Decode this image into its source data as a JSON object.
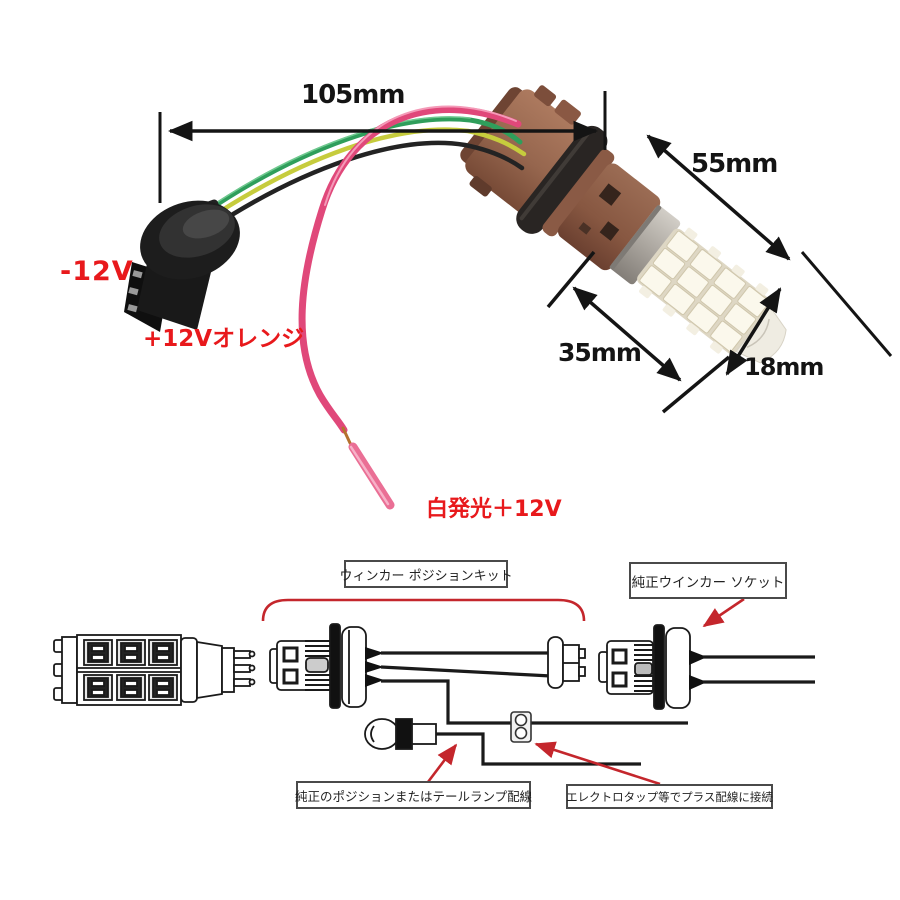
{
  "photo": {
    "dimensions": {
      "harness_length": "105mm",
      "bulb_length": "55mm",
      "led_section_length": "35mm",
      "bulb_diameter": "18mm"
    },
    "wire_labels": {
      "negative": "-12V",
      "positive_orange": "+12Vオレンジ",
      "white_light_positive": "白発光＋12V"
    },
    "colors": {
      "annotation_red": "#e8191c",
      "dimension_black": "#141414",
      "wire_green": "#2f9e5b",
      "wire_yellow": "#c6cc3d",
      "wire_black": "#232323",
      "wire_pink": "#e0487a",
      "socket_brown": "#99664f",
      "gasket_black": "#2e2b29",
      "metal_silver": "#b7b2ac",
      "led_ivory": "#f6f3e8"
    }
  },
  "diagram": {
    "callouts": {
      "kit_label": "ウィンカー ポジションキット",
      "stock_socket_label": "純正ウインカー ソケット",
      "stock_wire_label": "純正のポジションまたはテールランプ配線",
      "electro_tap_label": "エレクトロタップ等でプラス配線に接続"
    },
    "colors": {
      "annotation_red": "#c4262c",
      "line_black": "#1a1a1a"
    }
  }
}
